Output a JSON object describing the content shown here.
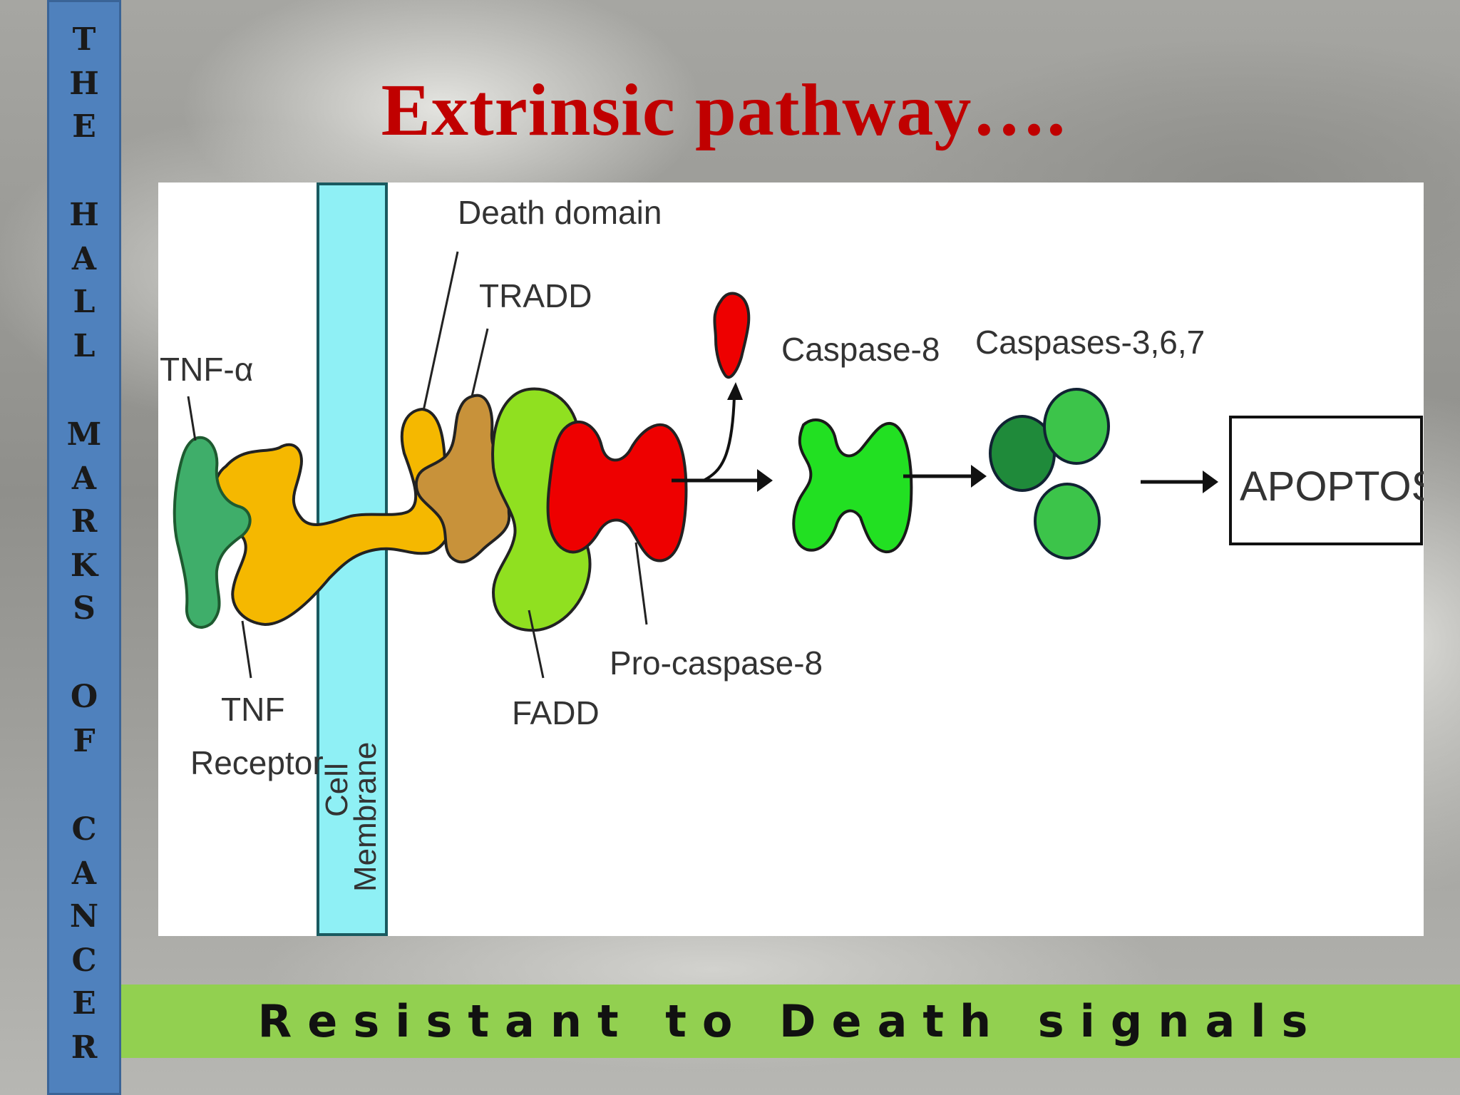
{
  "slide": {
    "title": "Extrinsic pathway….",
    "side_banner": [
      "T",
      "H",
      "E",
      "H",
      "A",
      "L",
      "L",
      "M",
      "A",
      "R",
      "K",
      "S",
      "O",
      "F",
      "C",
      "A",
      "N",
      "C",
      "E",
      "R"
    ],
    "footer": "Resistant to Death signals"
  },
  "diagram": {
    "labels": {
      "tnf_alpha": "TNF-α",
      "tnf_receptor_1": "TNF",
      "tnf_receptor_2": "Receptor",
      "cell_membrane_1": "Cell",
      "cell_membrane_2": "Membrane",
      "death_domain": "Death domain",
      "tradd": "TRADD",
      "fadd": "FADD",
      "pro_caspase": "Pro-caspase-8",
      "caspase8": "Caspase-8",
      "caspases367": "Caspases-3,6,7",
      "apoptosis": "APOPTOSIS"
    },
    "colors": {
      "tnf_alpha": "#3fae6a",
      "receptor": "#f5b800",
      "membrane": "#8ff0f5",
      "tradd": "#c8923a",
      "fadd": "#90e020",
      "pro_caspase": "#ee0000",
      "caspase8": "#22e022",
      "caspase_dark": "#1f8a3a",
      "caspase_light": "#3cc44a",
      "title": "#c00000",
      "side_bar": "#4f81bd",
      "footer_band": "#92d050"
    }
  }
}
